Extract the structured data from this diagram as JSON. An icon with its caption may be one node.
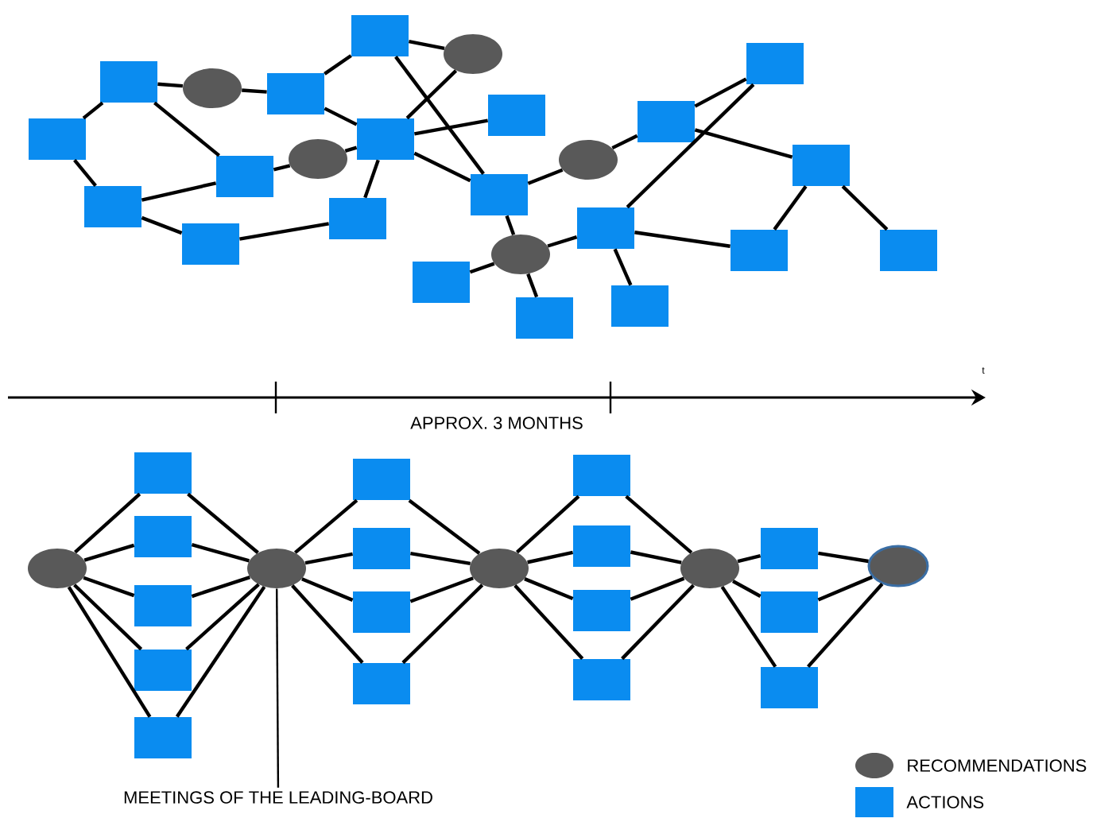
{
  "diagram": {
    "nodes": [
      {
        "text": [],
        "shape": "box"
      },
      {
        "text": [],
        "shape": "box"
      },
      {
        "text": [],
        "shape": "circle"
      },
      {
        "text": [],
        "shape": "box"
      },
      {
        "text": [],
        "shape": "box"
      },
      {
        "text": [],
        "shape": "circle"
      },
      {
        "text": [],
        "shape": "box"
      },
      {
        "text": [],
        "shape": "box"
      },
      {
        "text": [],
        "shape": "circle"
      },
      {
        "text": [],
        "shape": "box"
      },
      {
        "text": [],
        "shape": "box"
      },
      {
        "text": [],
        "shape": "box"
      },
      {
        "text": [],
        "shape": "box"
      },
      {
        "text": [],
        "shape": "box"
      },
      {
        "text": [],
        "shape": "circle"
      },
      {
        "text": [],
        "shape": "box"
      },
      {
        "text": [],
        "shape": "box"
      },
      {
        "text": [],
        "shape": "box"
      },
      {
        "text": [],
        "shape": "box"
      },
      {
        "text": [],
        "shape": "circle"
      },
      {
        "text": [],
        "shape": "box"
      },
      {
        "text": [],
        "shape": "box"
      },
      {
        "text": [],
        "shape": "box"
      },
      {
        "text": [],
        "shape": "box"
      },
      {
        "text": [],
        "shape": "box"
      },
      {
        "text": [],
        "shape": "circle"
      },
      {
        "text": [],
        "shape": "box"
      },
      {
        "text": [],
        "shape": "box"
      },
      {
        "text": [],
        "shape": "box"
      },
      {
        "text": [],
        "shape": "box"
      },
      {
        "text": [],
        "shape": "box"
      },
      {
        "text": [],
        "shape": "circle"
      },
      {
        "text": [],
        "shape": "box"
      },
      {
        "text": [],
        "shape": "box"
      },
      {
        "text": [],
        "shape": "box"
      },
      {
        "text": [],
        "shape": "box"
      },
      {
        "text": [],
        "shape": "circle"
      },
      {
        "text": [],
        "shape": "box"
      },
      {
        "text": [],
        "shape": "box"
      },
      {
        "text": [],
        "shape": "box"
      },
      {
        "text": [],
        "shape": "box"
      },
      {
        "text": [],
        "shape": "circle"
      },
      {
        "text": [],
        "shape": "box"
      },
      {
        "text": [],
        "shape": "box"
      },
      {
        "text": [],
        "shape": "box"
      },
      {
        "text": [],
        "shape": "circle"
      },
      {
        "text": [
          "MEETINGS OF THE LEADING-BOARD"
        ]
      }
    ],
    "edges": [
      {
        "from": 0,
        "to": 1,
        "arrow": "none"
      },
      {
        "from": 1,
        "to": 2,
        "arrow": "none"
      },
      {
        "from": 2,
        "to": 3,
        "arrow": "none"
      },
      {
        "from": 1,
        "to": 9,
        "arrow": "none"
      },
      {
        "from": 0,
        "to": 10,
        "arrow": "none"
      },
      {
        "from": 10,
        "to": 11,
        "arrow": "none"
      },
      {
        "from": 10,
        "to": 9,
        "arrow": "none"
      },
      {
        "from": 3,
        "to": 4,
        "arrow": "none"
      },
      {
        "from": 4,
        "to": 5,
        "arrow": "none"
      },
      {
        "from": 3,
        "to": 7,
        "arrow": "none"
      },
      {
        "from": 4,
        "to": 13,
        "arrow": "none"
      },
      {
        "from": 5,
        "to": 7,
        "arrow": "none"
      },
      {
        "from": 7,
        "to": 6,
        "arrow": "none"
      },
      {
        "from": 7,
        "to": 8,
        "arrow": "none"
      },
      {
        "from": 8,
        "to": 9,
        "arrow": "none"
      },
      {
        "from": 7,
        "to": 12,
        "arrow": "none"
      },
      {
        "from": 11,
        "to": 12,
        "arrow": "none"
      },
      {
        "from": 7,
        "to": 13,
        "arrow": "none"
      },
      {
        "from": 13,
        "to": 14,
        "arrow": "none"
      },
      {
        "from": 14,
        "to": 15,
        "arrow": "none"
      },
      {
        "from": 15,
        "to": 16,
        "arrow": "none"
      },
      {
        "from": 16,
        "to": 18,
        "arrow": "none"
      },
      {
        "from": 15,
        "to": 17,
        "arrow": "none"
      },
      {
        "from": 17,
        "to": 23,
        "arrow": "none"
      },
      {
        "from": 17,
        "to": 24,
        "arrow": "none"
      },
      {
        "from": 13,
        "to": 19,
        "arrow": "none"
      },
      {
        "from": 19,
        "to": 18,
        "arrow": "none"
      },
      {
        "from": 19,
        "to": 20,
        "arrow": "none"
      },
      {
        "from": 19,
        "to": 21,
        "arrow": "none"
      },
      {
        "from": 18,
        "to": 22,
        "arrow": "none"
      },
      {
        "from": 18,
        "to": 23,
        "arrow": "none"
      },
      {
        "from": 25,
        "to": 26,
        "arrow": "none"
      },
      {
        "from": 25,
        "to": 27,
        "arrow": "none"
      },
      {
        "from": 25,
        "to": 28,
        "arrow": "none"
      },
      {
        "from": 25,
        "to": 29,
        "arrow": "none"
      },
      {
        "from": 25,
        "to": 30,
        "arrow": "none"
      },
      {
        "from": 26,
        "to": 31,
        "arrow": "none"
      },
      {
        "from": 27,
        "to": 31,
        "arrow": "none"
      },
      {
        "from": 28,
        "to": 31,
        "arrow": "none"
      },
      {
        "from": 29,
        "to": 31,
        "arrow": "none"
      },
      {
        "from": 30,
        "to": 31,
        "arrow": "none"
      },
      {
        "from": 31,
        "to": 32,
        "arrow": "none"
      },
      {
        "from": 31,
        "to": 33,
        "arrow": "none"
      },
      {
        "from": 31,
        "to": 34,
        "arrow": "none"
      },
      {
        "from": 31,
        "to": 35,
        "arrow": "none"
      },
      {
        "from": 32,
        "to": 36,
        "arrow": "none"
      },
      {
        "from": 33,
        "to": 36,
        "arrow": "none"
      },
      {
        "from": 34,
        "to": 36,
        "arrow": "none"
      },
      {
        "from": 35,
        "to": 36,
        "arrow": "none"
      },
      {
        "from": 36,
        "to": 37,
        "arrow": "none"
      },
      {
        "from": 36,
        "to": 38,
        "arrow": "none"
      },
      {
        "from": 36,
        "to": 39,
        "arrow": "none"
      },
      {
        "from": 36,
        "to": 40,
        "arrow": "none"
      },
      {
        "from": 37,
        "to": 41,
        "arrow": "none"
      },
      {
        "from": 38,
        "to": 41,
        "arrow": "none"
      },
      {
        "from": 39,
        "to": 41,
        "arrow": "none"
      },
      {
        "from": 40,
        "to": 41,
        "arrow": "none"
      },
      {
        "from": 41,
        "to": 42,
        "arrow": "none"
      },
      {
        "from": 41,
        "to": 43,
        "arrow": "none"
      },
      {
        "from": 41,
        "to": 44,
        "arrow": "none"
      },
      {
        "from": 42,
        "to": 45,
        "arrow": "none"
      },
      {
        "from": 43,
        "to": 45,
        "arrow": "none"
      },
      {
        "from": 44,
        "to": 45,
        "arrow": "none"
      },
      {
        "from": 46,
        "to": 31,
        "arrow": "none"
      }
    ],
    "labels": [
      "t",
      "APPROX. 3 MONTHS"
    ],
    "legend": [
      {
        "text": "RECOMMENDATIONS",
        "color": "#595959"
      },
      {
        "text": "ACTIONS",
        "color": "#0a8cf0"
      }
    ]
  }
}
